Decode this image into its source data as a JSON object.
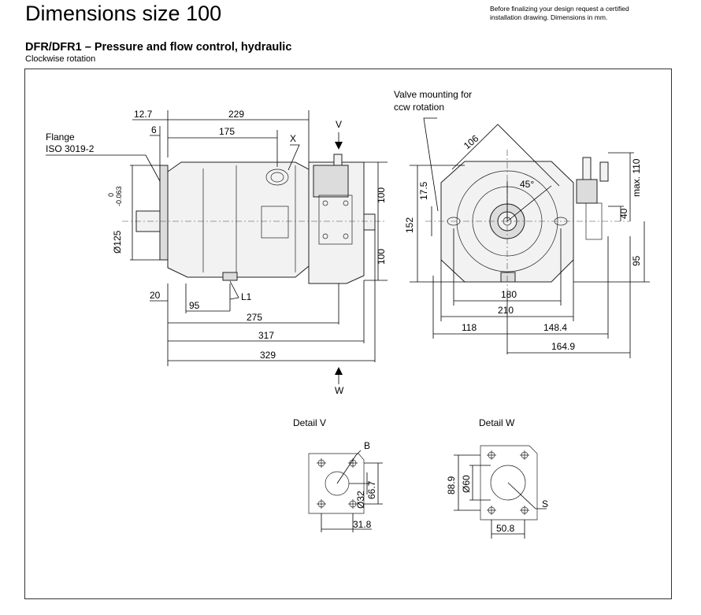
{
  "header": {
    "title": "Dimensions size 100",
    "note_line1": "Before finalizing your design request a certified",
    "note_line2": "installation drawing. Dimensions in mm.",
    "subtitle": "DFR/DFR1 – Pressure and flow control, hydraulic",
    "rotation": "Clockwise rotation"
  },
  "side_view": {
    "flange_label_1": "Flange",
    "flange_label_2": "ISO 3019-2",
    "dim_12_7": "12.7",
    "dim_229": "229",
    "dim_6": "6",
    "dim_175": "175",
    "label_x": "X",
    "label_v": "V",
    "tol_0": "0",
    "tol_neg": "-0.063",
    "dia_125": "Ø125",
    "dim_100_top": "100",
    "dim_100_bottom": "100",
    "dim_20": "20",
    "dim_95": "95",
    "label_l1": "L1",
    "dim_275": "275",
    "dim_317": "317",
    "dim_329": "329",
    "label_w": "W"
  },
  "front_view": {
    "valve_note_1": "Valve mounting for",
    "valve_note_2": "ccw rotation",
    "dim_106": "106",
    "dim_45": "45°",
    "dim_17_5": "17.5",
    "dim_152": "152",
    "dim_max_110": "max. 110",
    "dim_40": "40",
    "dim_95": "95",
    "dim_180": "180",
    "dim_210": "210",
    "dim_118": "118",
    "dim_148_4": "148.4",
    "dim_164_9": "164.9"
  },
  "detail_v": {
    "title": "Detail V",
    "label_b": "B",
    "dim_66_7": "66.7",
    "dia_32": "Ø32",
    "dim_31_8": "31.8"
  },
  "detail_w": {
    "title": "Detail W",
    "dim_88_9": "88.9",
    "dia_60": "Ø60",
    "label_s": "S",
    "dim_50_8": "50.8"
  }
}
